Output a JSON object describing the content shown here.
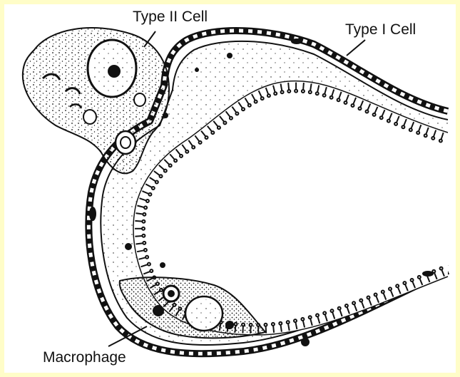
{
  "figure": {
    "labels": {
      "type2": "Type II Cell",
      "type1": "Type I Cell",
      "macrophage": "Macrophage"
    },
    "colors": {
      "background_border": "#fffdc8",
      "panel": "#ffffff",
      "ink": "#111111"
    }
  }
}
